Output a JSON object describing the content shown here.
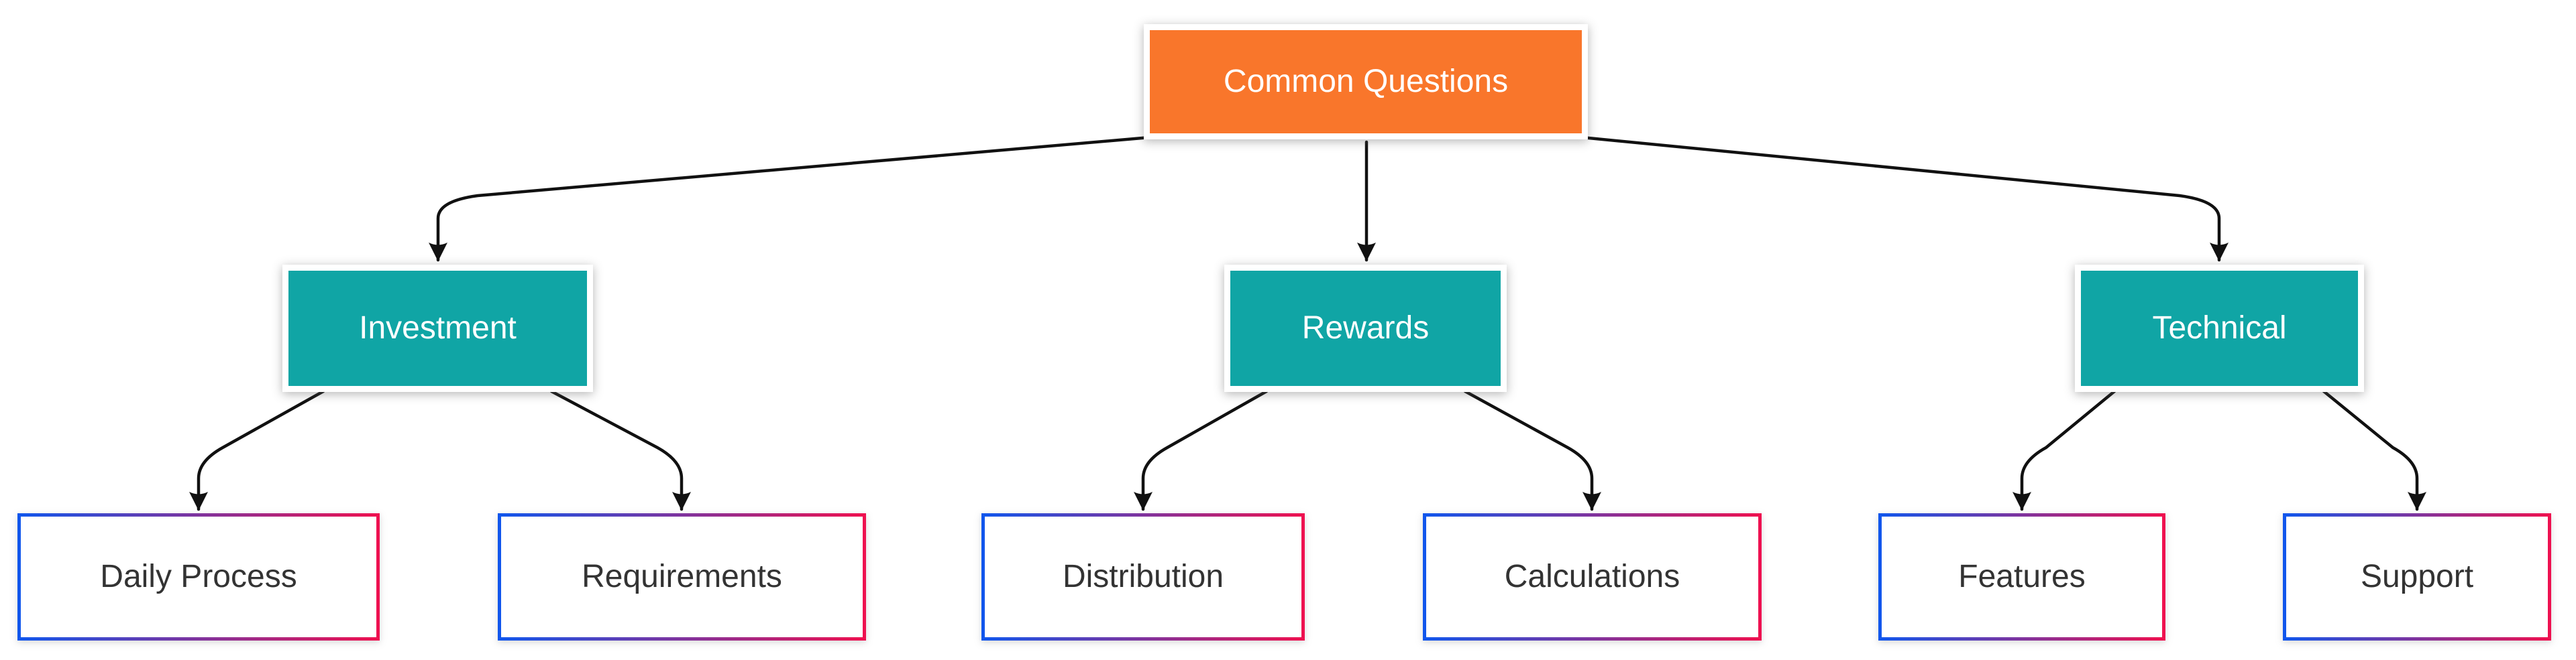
{
  "diagram": {
    "type": "flowchart-top-down",
    "nodes": {
      "root": {
        "label": "Common Questions",
        "role": "root"
      },
      "investment": {
        "label": "Investment",
        "role": "branch"
      },
      "rewards": {
        "label": "Rewards",
        "role": "branch"
      },
      "technical": {
        "label": "Technical",
        "role": "branch"
      },
      "daily_process": {
        "label": "Daily Process",
        "role": "leaf"
      },
      "requirements": {
        "label": "Requirements",
        "role": "leaf"
      },
      "distribution": {
        "label": "Distribution",
        "role": "leaf"
      },
      "calculations": {
        "label": "Calculations",
        "role": "leaf"
      },
      "features": {
        "label": "Features",
        "role": "leaf"
      },
      "support": {
        "label": "Support",
        "role": "leaf"
      }
    },
    "edges": [
      {
        "from": "Common Questions",
        "to": "Investment"
      },
      {
        "from": "Common Questions",
        "to": "Rewards"
      },
      {
        "from": "Common Questions",
        "to": "Technical"
      },
      {
        "from": "Investment",
        "to": "Daily Process"
      },
      {
        "from": "Investment",
        "to": "Requirements"
      },
      {
        "from": "Rewards",
        "to": "Distribution"
      },
      {
        "from": "Rewards",
        "to": "Calculations"
      },
      {
        "from": "Technical",
        "to": "Features"
      },
      {
        "from": "Technical",
        "to": "Support"
      }
    ],
    "colors": {
      "root_fill": "#F9762B",
      "branch_fill": "#10A5A5",
      "leaf_fill": "#FFFFFF",
      "leaf_border_gradient_start": "#1156EC",
      "leaf_border_gradient_end": "#EE1150",
      "node_frame": "#FFFFFF",
      "edge_stroke": "#111111",
      "root_branch_text": "#FFFFFF",
      "leaf_text": "#333333",
      "background": "#FFFFFF"
    }
  }
}
